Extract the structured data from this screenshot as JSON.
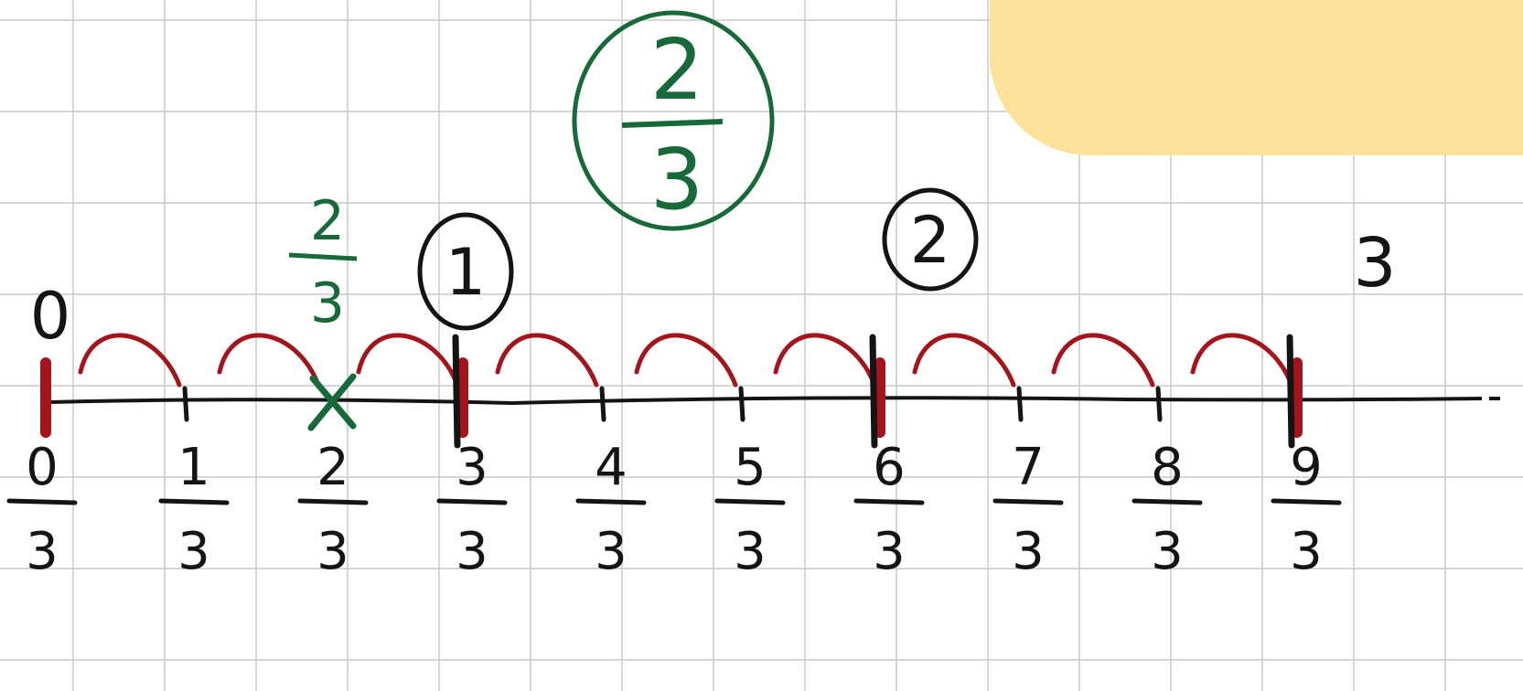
{
  "colors": {
    "grid": "#c9c9c9",
    "ink": "#141414",
    "hops": "#a3141c",
    "highlight": "#17693a",
    "sticky_note": "#fbe19a"
  },
  "scene": {
    "title_fraction": {
      "numerator": "2",
      "denominator": "3"
    },
    "marked_fraction": {
      "numerator": "2",
      "denominator": "3"
    },
    "whole_labels": [
      "0",
      "1",
      "2",
      "3"
    ],
    "circled_wholes": [
      "1",
      "2"
    ],
    "tick_labels": [
      {
        "numerator": "0",
        "denominator": "3"
      },
      {
        "numerator": "1",
        "denominator": "3"
      },
      {
        "numerator": "2",
        "denominator": "3"
      },
      {
        "numerator": "3",
        "denominator": "3"
      },
      {
        "numerator": "4",
        "denominator": "3"
      },
      {
        "numerator": "5",
        "denominator": "3"
      },
      {
        "numerator": "6",
        "denominator": "3"
      },
      {
        "numerator": "7",
        "denominator": "3"
      },
      {
        "numerator": "8",
        "denominator": "3"
      },
      {
        "numerator": "9",
        "denominator": "3"
      }
    ]
  }
}
